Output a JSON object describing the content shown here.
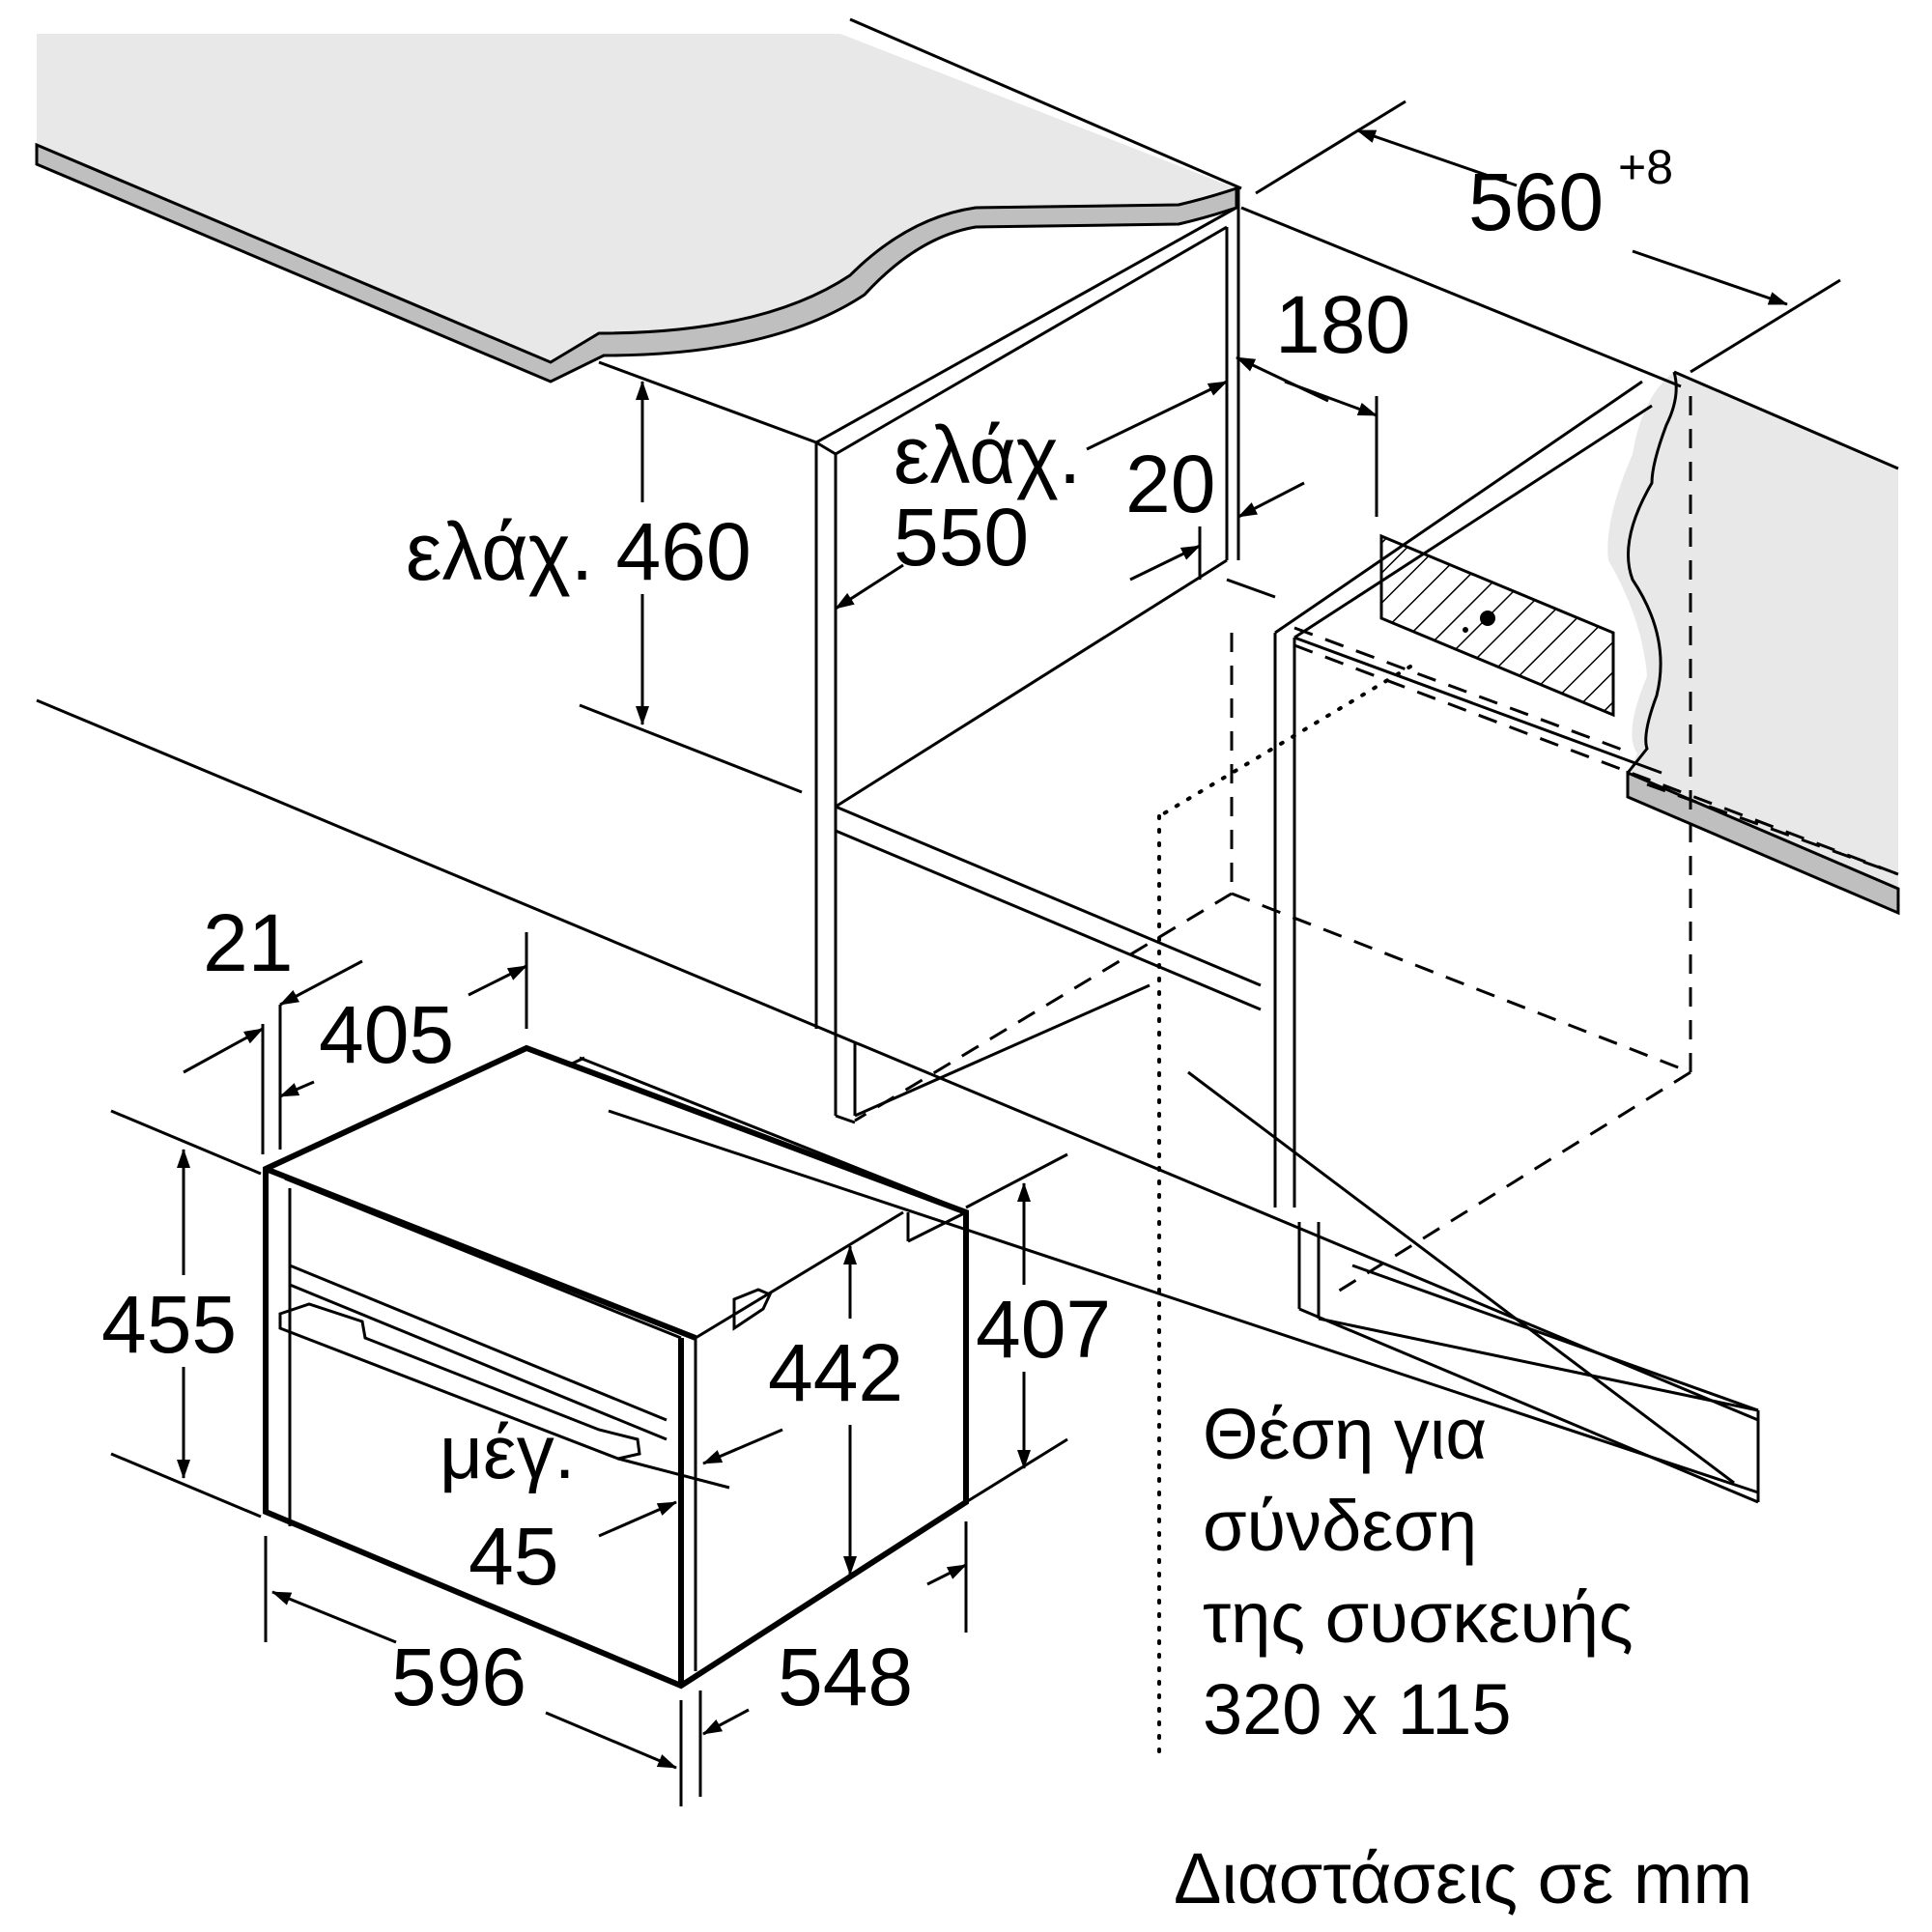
{
  "labels": {
    "niche_width": "560",
    "niche_width_tol": "+8",
    "conn_offset": "180",
    "front_gap": "20",
    "cab_height": "ελάχ. 460",
    "min_depth_1": "ελάχ.",
    "min_depth_2": "550",
    "panel_21": "21",
    "depth_405": "405",
    "app_height_455": "455",
    "inner_height_407": "407",
    "niche_height_442": "442",
    "max_1": "μέγ.",
    "max_2": "45",
    "app_width_596": "596",
    "app_depth_548": "548",
    "conn_note": [
      "Θέση για",
      "σύνδεση",
      "της συσκευής",
      "320 x 115"
    ],
    "units_note": "Διαστάσεις σε mm"
  },
  "colors": {
    "countertop": "#e8e8e8",
    "countertop_edge": "#bfbfbf",
    "line": "#000000"
  }
}
